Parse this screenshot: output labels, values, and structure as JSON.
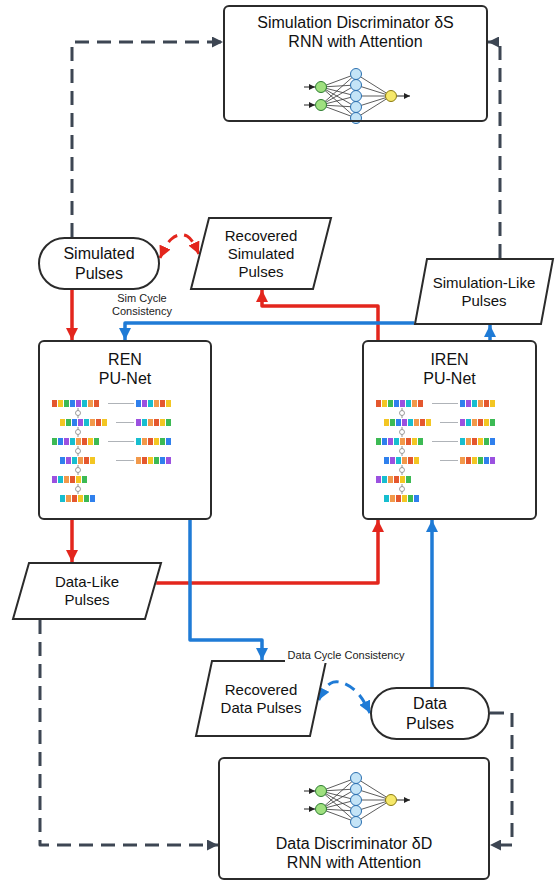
{
  "diagram": {
    "nodes": [
      {
        "text": [
          "Simulation Discriminator δS",
          "RNN with Attention"
        ]
      },
      {
        "text": [
          "Simulated Pulses"
        ]
      },
      {
        "text": [
          "Recovered Simulated Pulses"
        ]
      },
      {
        "text": [
          "Simulation-Like Pulses"
        ]
      },
      {
        "text": [
          "REN",
          "PU-Net"
        ]
      },
      {
        "text": [
          "IREN",
          "PU-Net"
        ]
      },
      {
        "text": [
          "Data-Like Pulses"
        ]
      },
      {
        "text": [
          "Recovered Data Pulses"
        ]
      },
      {
        "text": [
          "Data Pulses"
        ]
      },
      {
        "text": [
          "Data Discriminator δD",
          "RNN with Attention"
        ]
      }
    ],
    "edges": [
      {
        "from": 1,
        "to": 0,
        "arrow": "to"
      },
      {
        "from": 3,
        "to": 0,
        "arrow": "to"
      },
      {
        "from": 1,
        "to": 4,
        "arrow": "to"
      },
      {
        "from": 4,
        "to": 6,
        "arrow": "to"
      },
      {
        "from": 6,
        "to": 5,
        "arrow": "to"
      },
      {
        "from": 5,
        "to": 2,
        "arrow": "to"
      },
      {
        "from": 8,
        "to": 5,
        "arrow": "to"
      },
      {
        "from": 5,
        "to": 3,
        "arrow": "to"
      },
      {
        "from": 3,
        "to": 4,
        "arrow": "to"
      },
      {
        "from": 4,
        "to": 7,
        "arrow": "to"
      },
      {
        "from": 6,
        "to": 9,
        "arrow": "to"
      },
      {
        "from": 8,
        "to": 9,
        "arrow": "to"
      },
      {
        "from": 1,
        "to": 2,
        "arrow": "both",
        "label": "Sim Cycle Consistency"
      },
      {
        "from": 7,
        "to": 8,
        "arrow": "both",
        "label": "Data Cycle Consistency"
      }
    ]
  }
}
